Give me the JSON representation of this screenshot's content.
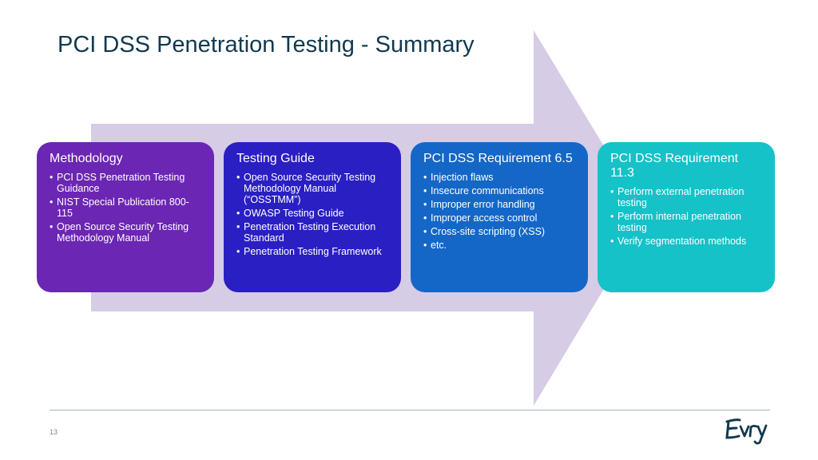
{
  "slide": {
    "title": "PCI DSS Penetration Testing - Summary",
    "page_number": "13",
    "logo_text": "EVRY"
  },
  "colors": {
    "title": "#12394f",
    "arrow": "#d6cce6",
    "box_1": "#6b26b3",
    "box_2": "#2a1fc2",
    "box_3": "#1467c7",
    "box_4": "#14c2c8",
    "logo": "#12394f"
  },
  "boxes": [
    {
      "heading": "Methodology",
      "items": [
        "PCI DSS Penetration Testing Guidance",
        "NIST Special Publication 800-115",
        "Open Source Security Testing Methodology Manual"
      ]
    },
    {
      "heading": "Testing Guide",
      "items": [
        "Open Source Security Testing Methodology Manual (“OSSTMM”)",
        "OWASP Testing Guide",
        "Penetration Testing Execution Standard",
        "Penetration Testing Framework"
      ]
    },
    {
      "heading": "PCI DSS Requirement 6.5",
      "items": [
        "Injection flaws",
        "Insecure communications",
        "Improper error handling",
        "Improper access control",
        "Cross-site scripting (XSS)",
        "etc."
      ]
    },
    {
      "heading": "PCI DSS Requirement 11.3",
      "items": [
        "Perform external penetration testing",
        "Perform internal penetration testing",
        "Verify segmentation methods"
      ]
    }
  ]
}
